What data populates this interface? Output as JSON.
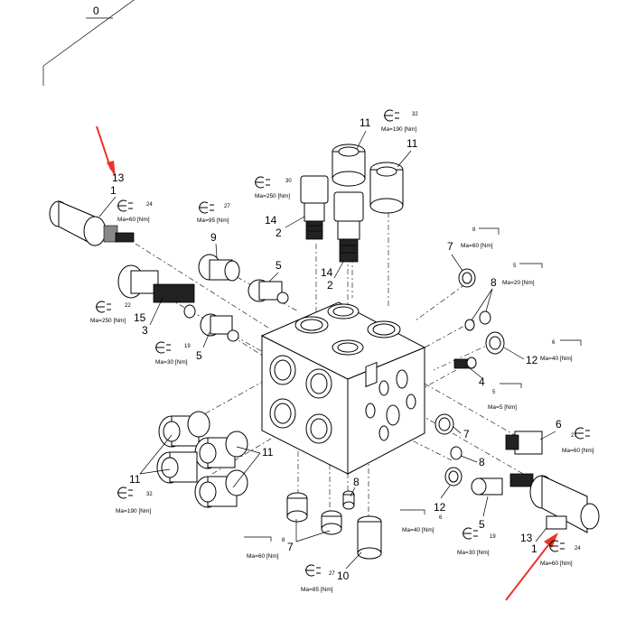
{
  "diagram": {
    "accent_color": "#e8362a",
    "frame_label": "0",
    "callouts": [
      {
        "id": "c13a",
        "text": "13"
      },
      {
        "id": "c1a",
        "text": "1"
      },
      {
        "id": "c9",
        "text": "9"
      },
      {
        "id": "c5a",
        "text": "5"
      },
      {
        "id": "c15",
        "text": "15"
      },
      {
        "id": "c3",
        "text": "3"
      },
      {
        "id": "c5b",
        "text": "5"
      },
      {
        "id": "c14a",
        "text": "14"
      },
      {
        "id": "c2a",
        "text": "2"
      },
      {
        "id": "c11a",
        "text": "11"
      },
      {
        "id": "c11b",
        "text": "11"
      },
      {
        "id": "c14b",
        "text": "14"
      },
      {
        "id": "c2b",
        "text": "2"
      },
      {
        "id": "c7a",
        "text": "7"
      },
      {
        "id": "c8a",
        "text": "8"
      },
      {
        "id": "c12a",
        "text": "12"
      },
      {
        "id": "c4",
        "text": "4"
      },
      {
        "id": "c7b",
        "text": "7"
      },
      {
        "id": "c6",
        "text": "6"
      },
      {
        "id": "c8b",
        "text": "8"
      },
      {
        "id": "c12b",
        "text": "12"
      },
      {
        "id": "c5c",
        "text": "5"
      },
      {
        "id": "c13b",
        "text": "13"
      },
      {
        "id": "c1b",
        "text": "1"
      },
      {
        "id": "c11c",
        "text": "11"
      },
      {
        "id": "c11d",
        "text": "11"
      },
      {
        "id": "c8c",
        "text": "8"
      },
      {
        "id": "c7c",
        "text": "7"
      },
      {
        "id": "c10",
        "text": "10"
      }
    ],
    "torques": [
      {
        "id": "t24a",
        "size": "24",
        "value": "Ma=60 [Nm]"
      },
      {
        "id": "t27a",
        "size": "27",
        "value": "Ma=95 [Nm]"
      },
      {
        "id": "t22",
        "size": "22",
        "value": "Ma=250 [Nm]"
      },
      {
        "id": "t19a",
        "size": "19",
        "value": "Ma=30 [Nm]"
      },
      {
        "id": "t30",
        "size": "30",
        "value": "Ma=250 [Nm]"
      },
      {
        "id": "t32a",
        "size": "32",
        "value": "Ma=190 [Nm]"
      },
      {
        "id": "t8a",
        "size": "8",
        "value": "Ma=60 [Nm]"
      },
      {
        "id": "t5a",
        "size": "5",
        "value": "Ma=20 [Nm]"
      },
      {
        "id": "t6a",
        "size": "6",
        "value": "Ma=40 [Nm]"
      },
      {
        "id": "t5b",
        "size": "5",
        "value": "Ma=5 [Nm]"
      },
      {
        "id": "t27b",
        "size": "27",
        "value": "Ma=60 [Nm]"
      },
      {
        "id": "t32b",
        "size": "32",
        "value": "Ma=190 [Nm]"
      },
      {
        "id": "t6b",
        "size": "6",
        "value": "Ma=40 [Nm]"
      },
      {
        "id": "t19b",
        "size": "19",
        "value": "Ma=30 [Nm]"
      },
      {
        "id": "t24b",
        "size": "24",
        "value": "Ma=60 [Nm]"
      },
      {
        "id": "t8b",
        "size": "8",
        "value": "Ma=60 [Nm]"
      },
      {
        "id": "t27c",
        "size": "27",
        "value": "Ma=85 [Nm]"
      }
    ]
  }
}
